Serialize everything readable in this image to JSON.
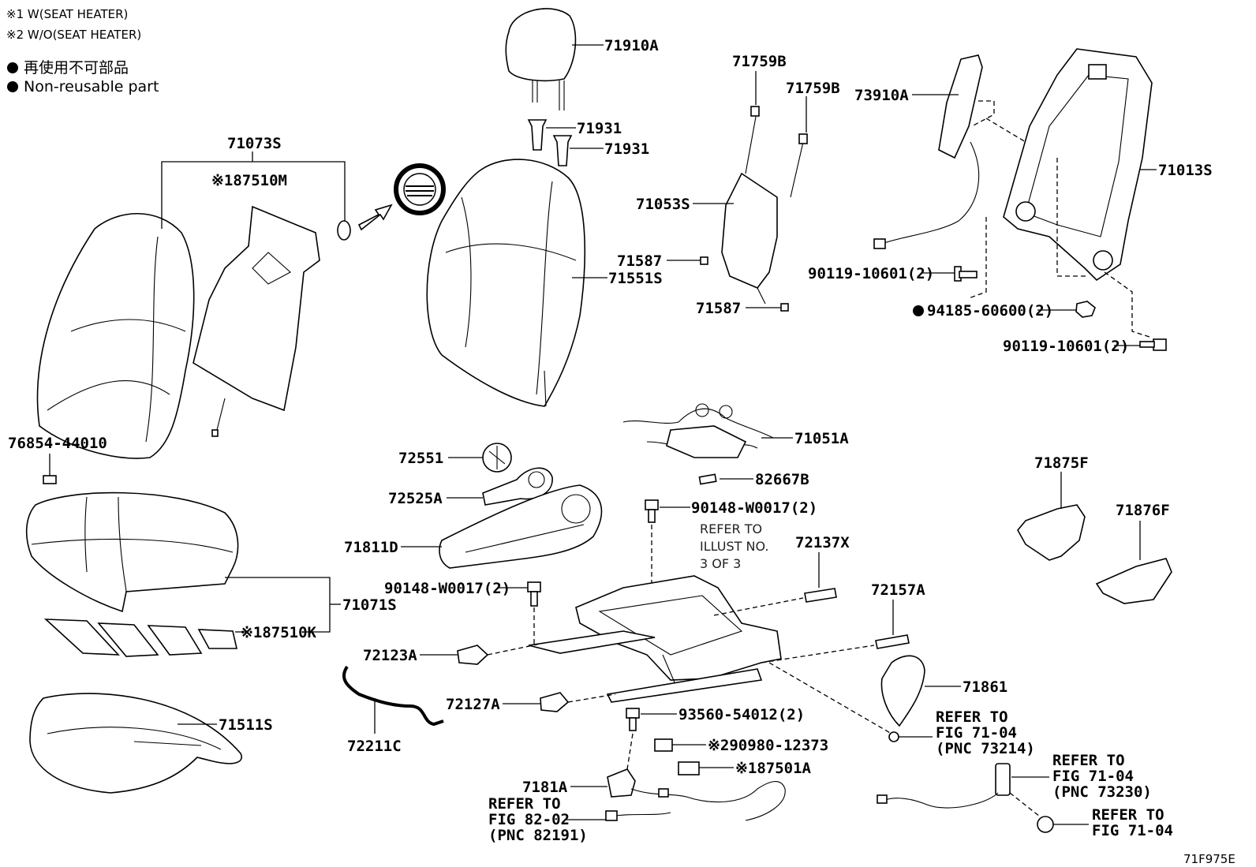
{
  "legend": {
    "note1": "※1 W(SEAT HEATER)",
    "note2": "※2 W/O(SEAT HEATER)",
    "nonreusable_jp": "再使用不可部品",
    "nonreusable_en": "Non-reusable part"
  },
  "figure_code": "71F975E",
  "refer_illust": [
    "REFER TO",
    "ILLUST NO.",
    "3 OF 3"
  ],
  "parts": {
    "p71910A": "71910A",
    "p71931a": "71931",
    "p71931b": "71931",
    "p71073S": "71073S",
    "p87510M": "※187510M",
    "p71551S": "71551S",
    "p71759Ba": "71759B",
    "p71759Bb": "71759B",
    "p71053S": "71053S",
    "p71587a": "71587",
    "p71587b": "71587",
    "p73910A": "73910A",
    "p71013S": "71013S",
    "p90119a": "90119-10601(2)",
    "p94185": "94185-60600(2)",
    "p90119b": "90119-10601(2)",
    "p76854": "76854-44010",
    "p71051A": "71051A",
    "p72551": "72551",
    "p82667B": "82667B",
    "p72525A": "72525A",
    "p90148a": "90148-W0017(2)",
    "p71811D": "71811D",
    "p72137X": "72137X",
    "p71875F": "71875F",
    "p71876F": "71876F",
    "p90148b": "90148-W0017(2)",
    "p71071S": "71071S",
    "p72157A": "72157A",
    "p87510K": "※187510K",
    "p72123A": "72123A",
    "p71861": "71861",
    "p72127A": "72127A",
    "p93560": "93560-54012(2)",
    "p71511S": "71511S",
    "p72211C": "72211C",
    "p90980": "※290980-12373",
    "p87501A": "※187501A",
    "p7181A": "7181A"
  },
  "refs": {
    "r1": [
      "REFER TO",
      "FIG 71-04",
      "(PNC 73214)"
    ],
    "r2": [
      "REFER TO",
      "FIG 71-04",
      "(PNC 73230)"
    ],
    "r3": [
      "REFER TO",
      "FIG 71-04"
    ],
    "r4": [
      "REFER TO",
      "FIG 82-02",
      "(PNC 82191)"
    ]
  }
}
